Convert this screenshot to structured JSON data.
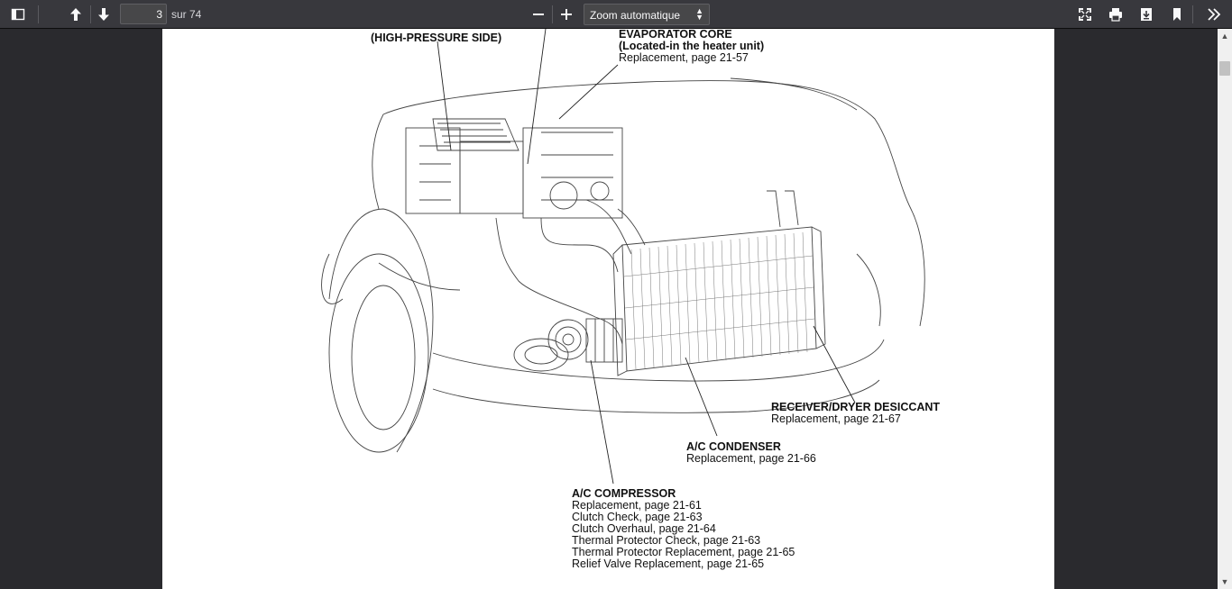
{
  "toolbar": {
    "sidebar_icon": "sidebar-toggle-icon",
    "prev_icon": "arrow-up-icon",
    "next_icon": "arrow-down-icon",
    "page_number": "3",
    "page_count": "sur 74",
    "zoom_out_icon": "minus-icon",
    "zoom_in_icon": "plus-icon",
    "zoom_value": "Zoom automatique",
    "presentation_icon": "fullscreen-icon",
    "print_icon": "print-icon",
    "download_icon": "download-icon",
    "bookmark_icon": "bookmark-icon",
    "tools_icon": "double-chevron-right-icon"
  },
  "document": {
    "labels": {
      "service_valve": "(HIGH-PRESSURE SIDE)",
      "evaporator_title": "EVAPORATOR CORE",
      "evaporator_sub": "(Located-in the heater unit)",
      "evaporator_ref": "Replacement, page 21-57",
      "receiver_title": "RECEIVER/DRYER DESICCANT",
      "receiver_ref": "Replacement, page 21-67",
      "condenser_title": "A/C CONDENSER",
      "condenser_ref": "Replacement, page 21-66",
      "compressor_title": "A/C COMPRESSOR",
      "compressor_items": [
        "Replacement, page 21-61",
        "Clutch Check, page 21-63",
        "Clutch Overhaul, page 21-64",
        "Thermal Protector Check, page 21-63",
        "Thermal Protector Replacement, page 21-65",
        "Relief Valve Replacement, page 21-65"
      ]
    }
  },
  "colors": {
    "toolbar_bg": "#38383d",
    "viewer_bg": "#2a2a2e",
    "page_bg": "#ffffff"
  }
}
